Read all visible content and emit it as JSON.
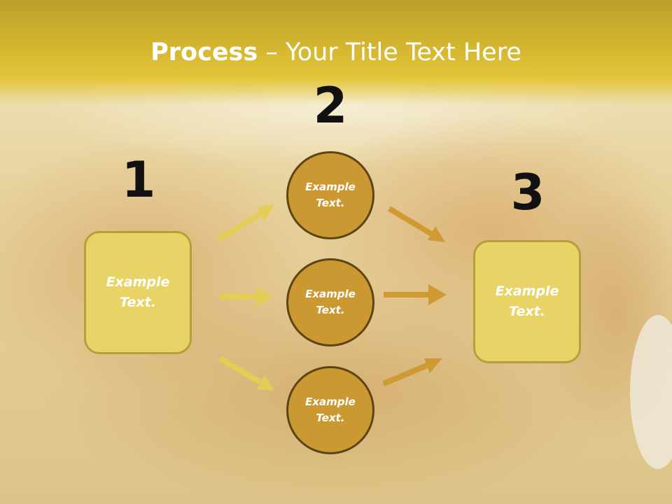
{
  "slide": {
    "title_bold": "Process",
    "title_rest": " – Your Title Text Here"
  },
  "steps": {
    "one": {
      "number": "1",
      "text": "Example Text."
    },
    "two": {
      "number": "2",
      "items": [
        "Example Text.",
        "Example Text.",
        "Example Text."
      ]
    },
    "three": {
      "number": "3",
      "text": "Example Text."
    }
  },
  "colors": {
    "title_band": "#d4b62f",
    "box_fill": "#e8d466",
    "box_border": "#b69e3c",
    "circle_fill": "#cc9831",
    "circle_border": "#5c4514",
    "arrow_light": "#e5cd55",
    "arrow_dark": "#cf9a33"
  }
}
